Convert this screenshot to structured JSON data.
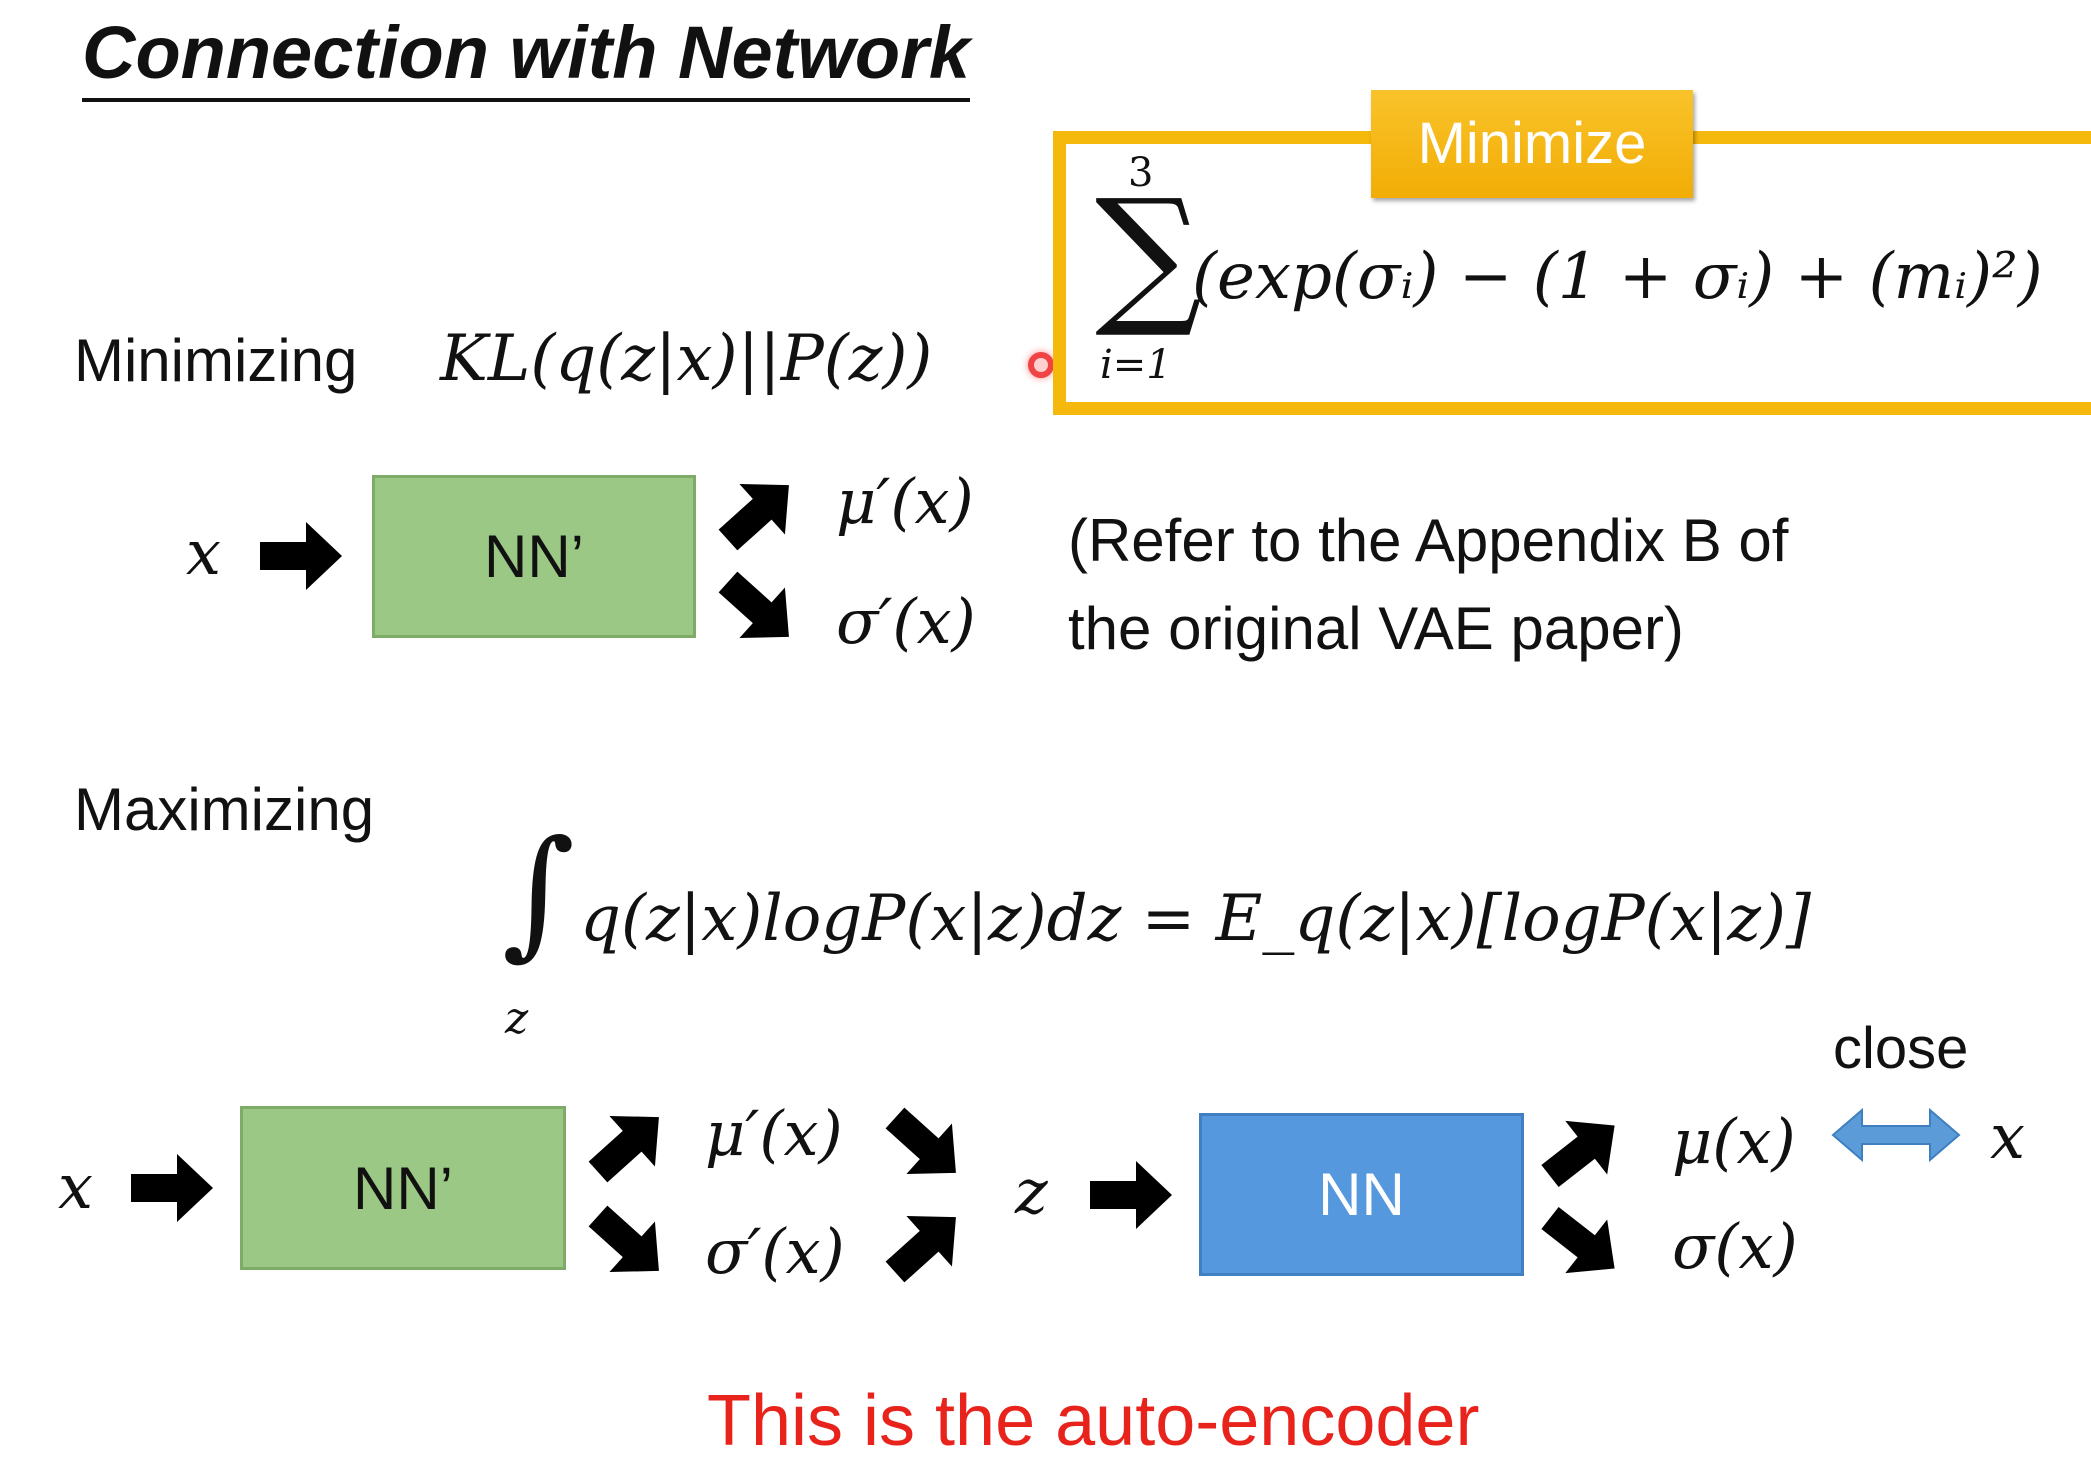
{
  "title": "Connection with Network",
  "kl_section": {
    "label": "Minimizing",
    "expression": "KL(q(z|x)||P(z))"
  },
  "minimize_box": {
    "badge": "Minimize",
    "sum_upper": "3",
    "sum_lower": "i=1",
    "sum_symbol": "∑",
    "expression": "(exp(σᵢ) − (1 + σᵢ) + (mᵢ)²)",
    "border_color": "#f5b80c"
  },
  "encoder_diagram": {
    "input": "x",
    "box_label": "NN’",
    "output_mu": "μ′(x)",
    "output_sigma": "σ′(x)",
    "box_color": "#9bc985"
  },
  "reference_note": {
    "line1": "(Refer to the Appendix B of",
    "line2": "the original VAE paper)"
  },
  "max_section": {
    "label": "Maximizing",
    "integral_symbol": "∫",
    "integral_sub": "z",
    "expression": "q(z|x)logP(x|z)dz  = E_q(z|x)[logP(x|z)]"
  },
  "autoencoder_diagram": {
    "input": "x",
    "encoder_label": "NN’",
    "mu_prime": "μ′(x)",
    "sigma_prime": "σ′(x)",
    "latent": "z",
    "decoder_label": "NN",
    "mu": "μ(x)",
    "sigma": "σ(x)",
    "close_label": "close",
    "target": "x",
    "decoder_color": "#5698dd",
    "double_arrow_color": "#5b9bd8"
  },
  "bottom_note": "This is the auto-encoder",
  "bottom_note_color": "#e8231c"
}
